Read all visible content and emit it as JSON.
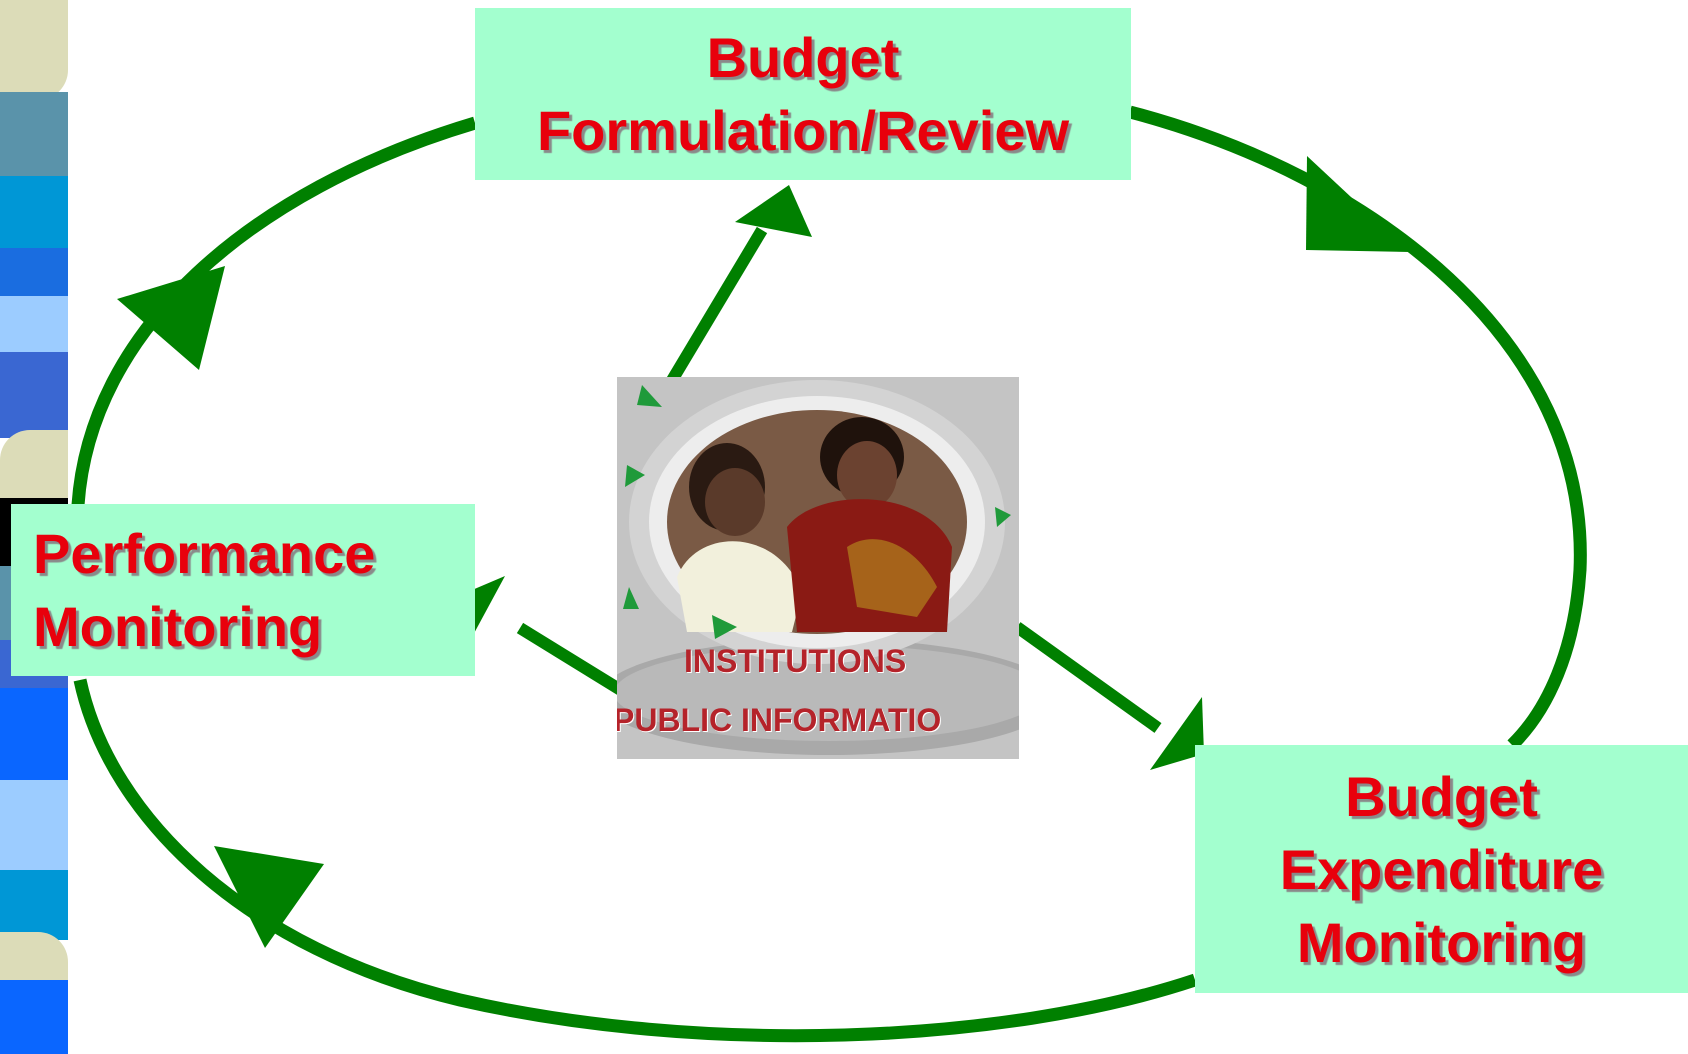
{
  "colors": {
    "arrow": "#008000",
    "box_fill": "#a3ffcf",
    "box_text": "#e8000c",
    "caption_text": "#b5232a"
  },
  "nodes": {
    "formulation": "Budget\nFormulation/Review",
    "performance": "Performance\nMonitoring",
    "expenditure": "Budget\nExpenditure\nMonitoring"
  },
  "center_image": {
    "caption_top": "INSTITUTIONS",
    "caption_bottom": "PUBLIC INFORMATIO"
  },
  "edges": [
    {
      "from": "formulation",
      "to": "expenditure",
      "kind": "cycle"
    },
    {
      "from": "expenditure",
      "to": "performance",
      "kind": "cycle"
    },
    {
      "from": "performance",
      "to": "formulation",
      "kind": "cycle"
    },
    {
      "from": "center_image",
      "to": "formulation",
      "kind": "spoke"
    },
    {
      "from": "center_image",
      "to": "performance",
      "kind": "spoke"
    },
    {
      "from": "center_image",
      "to": "expenditure",
      "kind": "spoke"
    }
  ]
}
